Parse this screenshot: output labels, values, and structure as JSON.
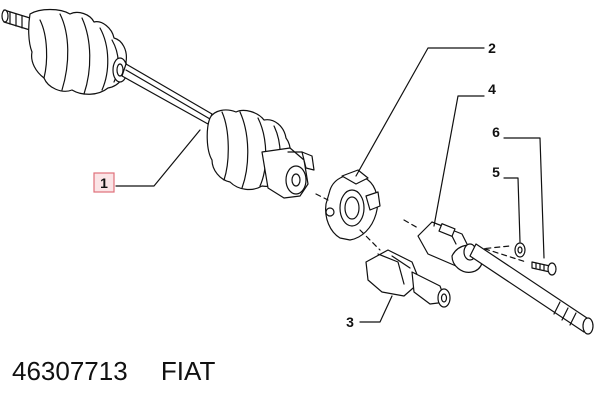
{
  "callouts": {
    "c1": "1",
    "c2": "2",
    "c3": "3",
    "c4": "4",
    "c5": "5",
    "c6": "6"
  },
  "footer": {
    "part_number": "46307713",
    "brand": "FIAT"
  },
  "colors": {
    "ink": "#111111",
    "highlight_box": "#e0707a",
    "highlight_fill": "#fbe4e6"
  }
}
